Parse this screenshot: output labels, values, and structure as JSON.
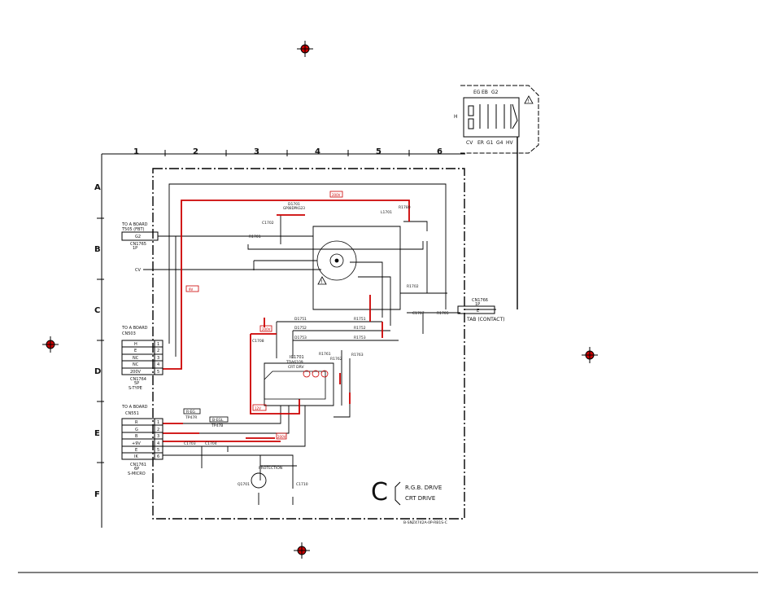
{
  "grid": {
    "columns": [
      "1",
      "2",
      "3",
      "4",
      "5",
      "6"
    ],
    "rows": [
      "A",
      "B",
      "C",
      "D",
      "E",
      "F"
    ]
  },
  "crt_socket": {
    "top_labels": [
      "EG",
      "EB",
      "G2"
    ],
    "left_label": "H",
    "bottom_labels": [
      "CV",
      "ER",
      "G1",
      "G4",
      "HV"
    ]
  },
  "connectors": {
    "g2_to_board_line1": "TO A BOARD",
    "g2_to_board_line2": "T505 (FBT)",
    "g2_pin": "G2",
    "cn1765_id": "CN1765",
    "cn1765_note": "1P",
    "cv_pin": "CV",
    "cn503_line1": "TO A BOARD",
    "cn503_line2": "CN503",
    "cn503_pins": [
      {
        "name": "H",
        "num": "1"
      },
      {
        "name": "E",
        "num": "2"
      },
      {
        "name": "NC",
        "num": "3"
      },
      {
        "name": "NC",
        "num": "4"
      },
      {
        "name": "200V",
        "num": "5"
      }
    ],
    "cn1764_id": "CN1764",
    "cn1764_note": "5P",
    "cn1764_type": "S-TYPE",
    "cn551_line1": "TO A BOARD",
    "cn551_line2": "CN551",
    "cn551_pins": [
      {
        "name": "R",
        "num": "1"
      },
      {
        "name": "G",
        "num": "2"
      },
      {
        "name": "B",
        "num": "3"
      },
      {
        "name": "+9V",
        "num": "4"
      },
      {
        "name": "E",
        "num": "5"
      },
      {
        "name": "IK",
        "num": "6"
      }
    ],
    "cn1761_id": "CN1761",
    "cn1761_note": "6P",
    "cn1761_type": "S-MICRO",
    "cn1766_id": "CN1766",
    "cn1766_note": "1P",
    "e_pin": "E",
    "tab_contact": "TAB (CONTACT)"
  },
  "components": {
    "d1701": "D1701",
    "d1701_part": "GP08DPKG23",
    "c1702": "C1702",
    "r1701": "R1701",
    "r1702": "R1702",
    "ic1701": "IC1701",
    "ic1701_part": "TDA6109",
    "ic1701_type": "CRT DRV",
    "r1751": "R1751",
    "r1752": "R1752",
    "r1753": "R1753",
    "d1751": "D1751",
    "d1752": "D1752",
    "d1753": "D1753",
    "r1761": "R1761",
    "r1762": "R1762",
    "r1763": "R1763",
    "l1701": "L1701",
    "r1780": "R1780",
    "c1707": "C1707",
    "r1705": "R1705",
    "c1708": "C1708",
    "c1703": "C1703",
    "c1704": "C1704",
    "q1701": "Q1701",
    "q1701_type": "PROTECTION",
    "c1710": "C1710",
    "tp_eg": "R-EG",
    "tp_ebl": "B-EGL",
    "tp_er": "TP47R",
    "tp_eb": "TP47B",
    "v200_tag": "200V",
    "v9_tag": "9V",
    "v200_tag2": "200V",
    "v12_tag": "12V",
    "v200_tag3": "200V"
  },
  "title_block": {
    "letter": "C",
    "line1": "R.G.B. DRIVE",
    "line2": "CRT DRIVE",
    "board_no": "B-SNZ4742A-0P-RB1S-C"
  }
}
